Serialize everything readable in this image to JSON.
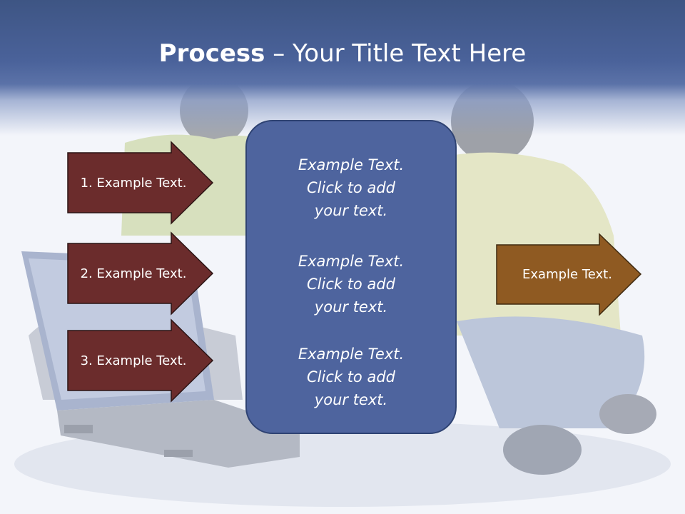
{
  "title": {
    "bold": "Process",
    "separator": " – ",
    "rest": "Your Title Text Here"
  },
  "colors": {
    "header": "#3e5584",
    "left_arrow_fill": "#6b2c2c",
    "right_arrow_fill": "#8f5a22",
    "center_box_fill": "#4e649e"
  },
  "left_steps": [
    {
      "label": "1. Example Text."
    },
    {
      "label": "2. Example Text."
    },
    {
      "label": "3. Example Text."
    }
  ],
  "center_box": {
    "paragraphs": [
      {
        "line1": "Example Text.",
        "line2": "Click  to add",
        "line3": "your text."
      },
      {
        "line1": "Example Text.",
        "line2": "Click  to add",
        "line3": "your text."
      },
      {
        "line1": "Example Text.",
        "line2": "Click  to add",
        "line3": "your text."
      }
    ]
  },
  "result_arrow": {
    "label": "Example Text."
  }
}
